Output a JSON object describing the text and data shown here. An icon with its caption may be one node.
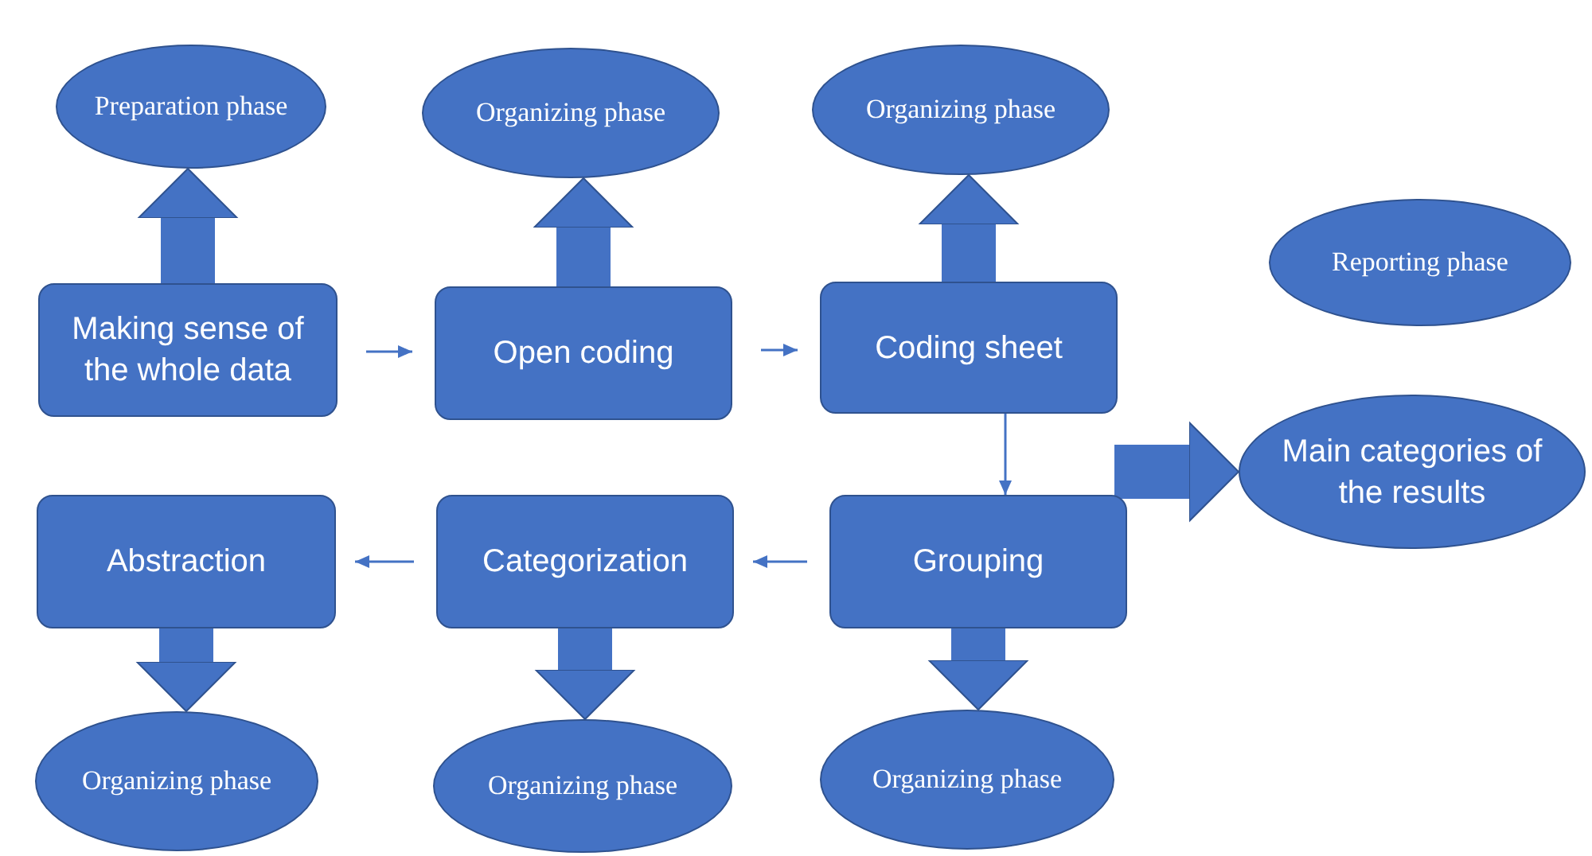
{
  "diagram": {
    "nodes": [
      {
        "text": [
          "Preparation phase"
        ]
      },
      {
        "text": [
          "Organizing phase"
        ]
      },
      {
        "text": [
          "Organizing phase"
        ]
      },
      {
        "text": [
          "Reporting phase"
        ]
      },
      {
        "text": [
          "Making sense of the whole data"
        ]
      },
      {
        "text": [
          "Open coding"
        ]
      },
      {
        "text": [
          "Coding sheet"
        ]
      },
      {
        "text": [
          "Main categories of the results"
        ]
      },
      {
        "text": [
          "Abstraction"
        ]
      },
      {
        "text": [
          "Categorization"
        ]
      },
      {
        "text": [
          "Grouping"
        ]
      },
      {
        "text": [
          "Organizing phase"
        ]
      },
      {
        "text": [
          "Organizing phase"
        ]
      },
      {
        "text": [
          "Organizing phase"
        ]
      }
    ],
    "edges": [
      {
        "from": 4,
        "to": 0,
        "arrow": "to"
      },
      {
        "from": 5,
        "to": 1,
        "arrow": "to"
      },
      {
        "from": 6,
        "to": 2,
        "arrow": "to"
      },
      {
        "from": 4,
        "to": 5,
        "arrow": "to"
      },
      {
        "from": 5,
        "to": 6,
        "arrow": "to"
      },
      {
        "from": 6,
        "to": 10,
        "arrow": "to"
      },
      {
        "from": 10,
        "to": 9,
        "arrow": "to"
      },
      {
        "from": 9,
        "to": 8,
        "arrow": "to"
      },
      {
        "from": 8,
        "to": 11,
        "arrow": "to"
      },
      {
        "from": 9,
        "to": 12,
        "arrow": "to"
      },
      {
        "from": 10,
        "to": 13,
        "arrow": "to"
      },
      {
        "from": null,
        "to": 7,
        "arrow": "to"
      }
    ]
  }
}
